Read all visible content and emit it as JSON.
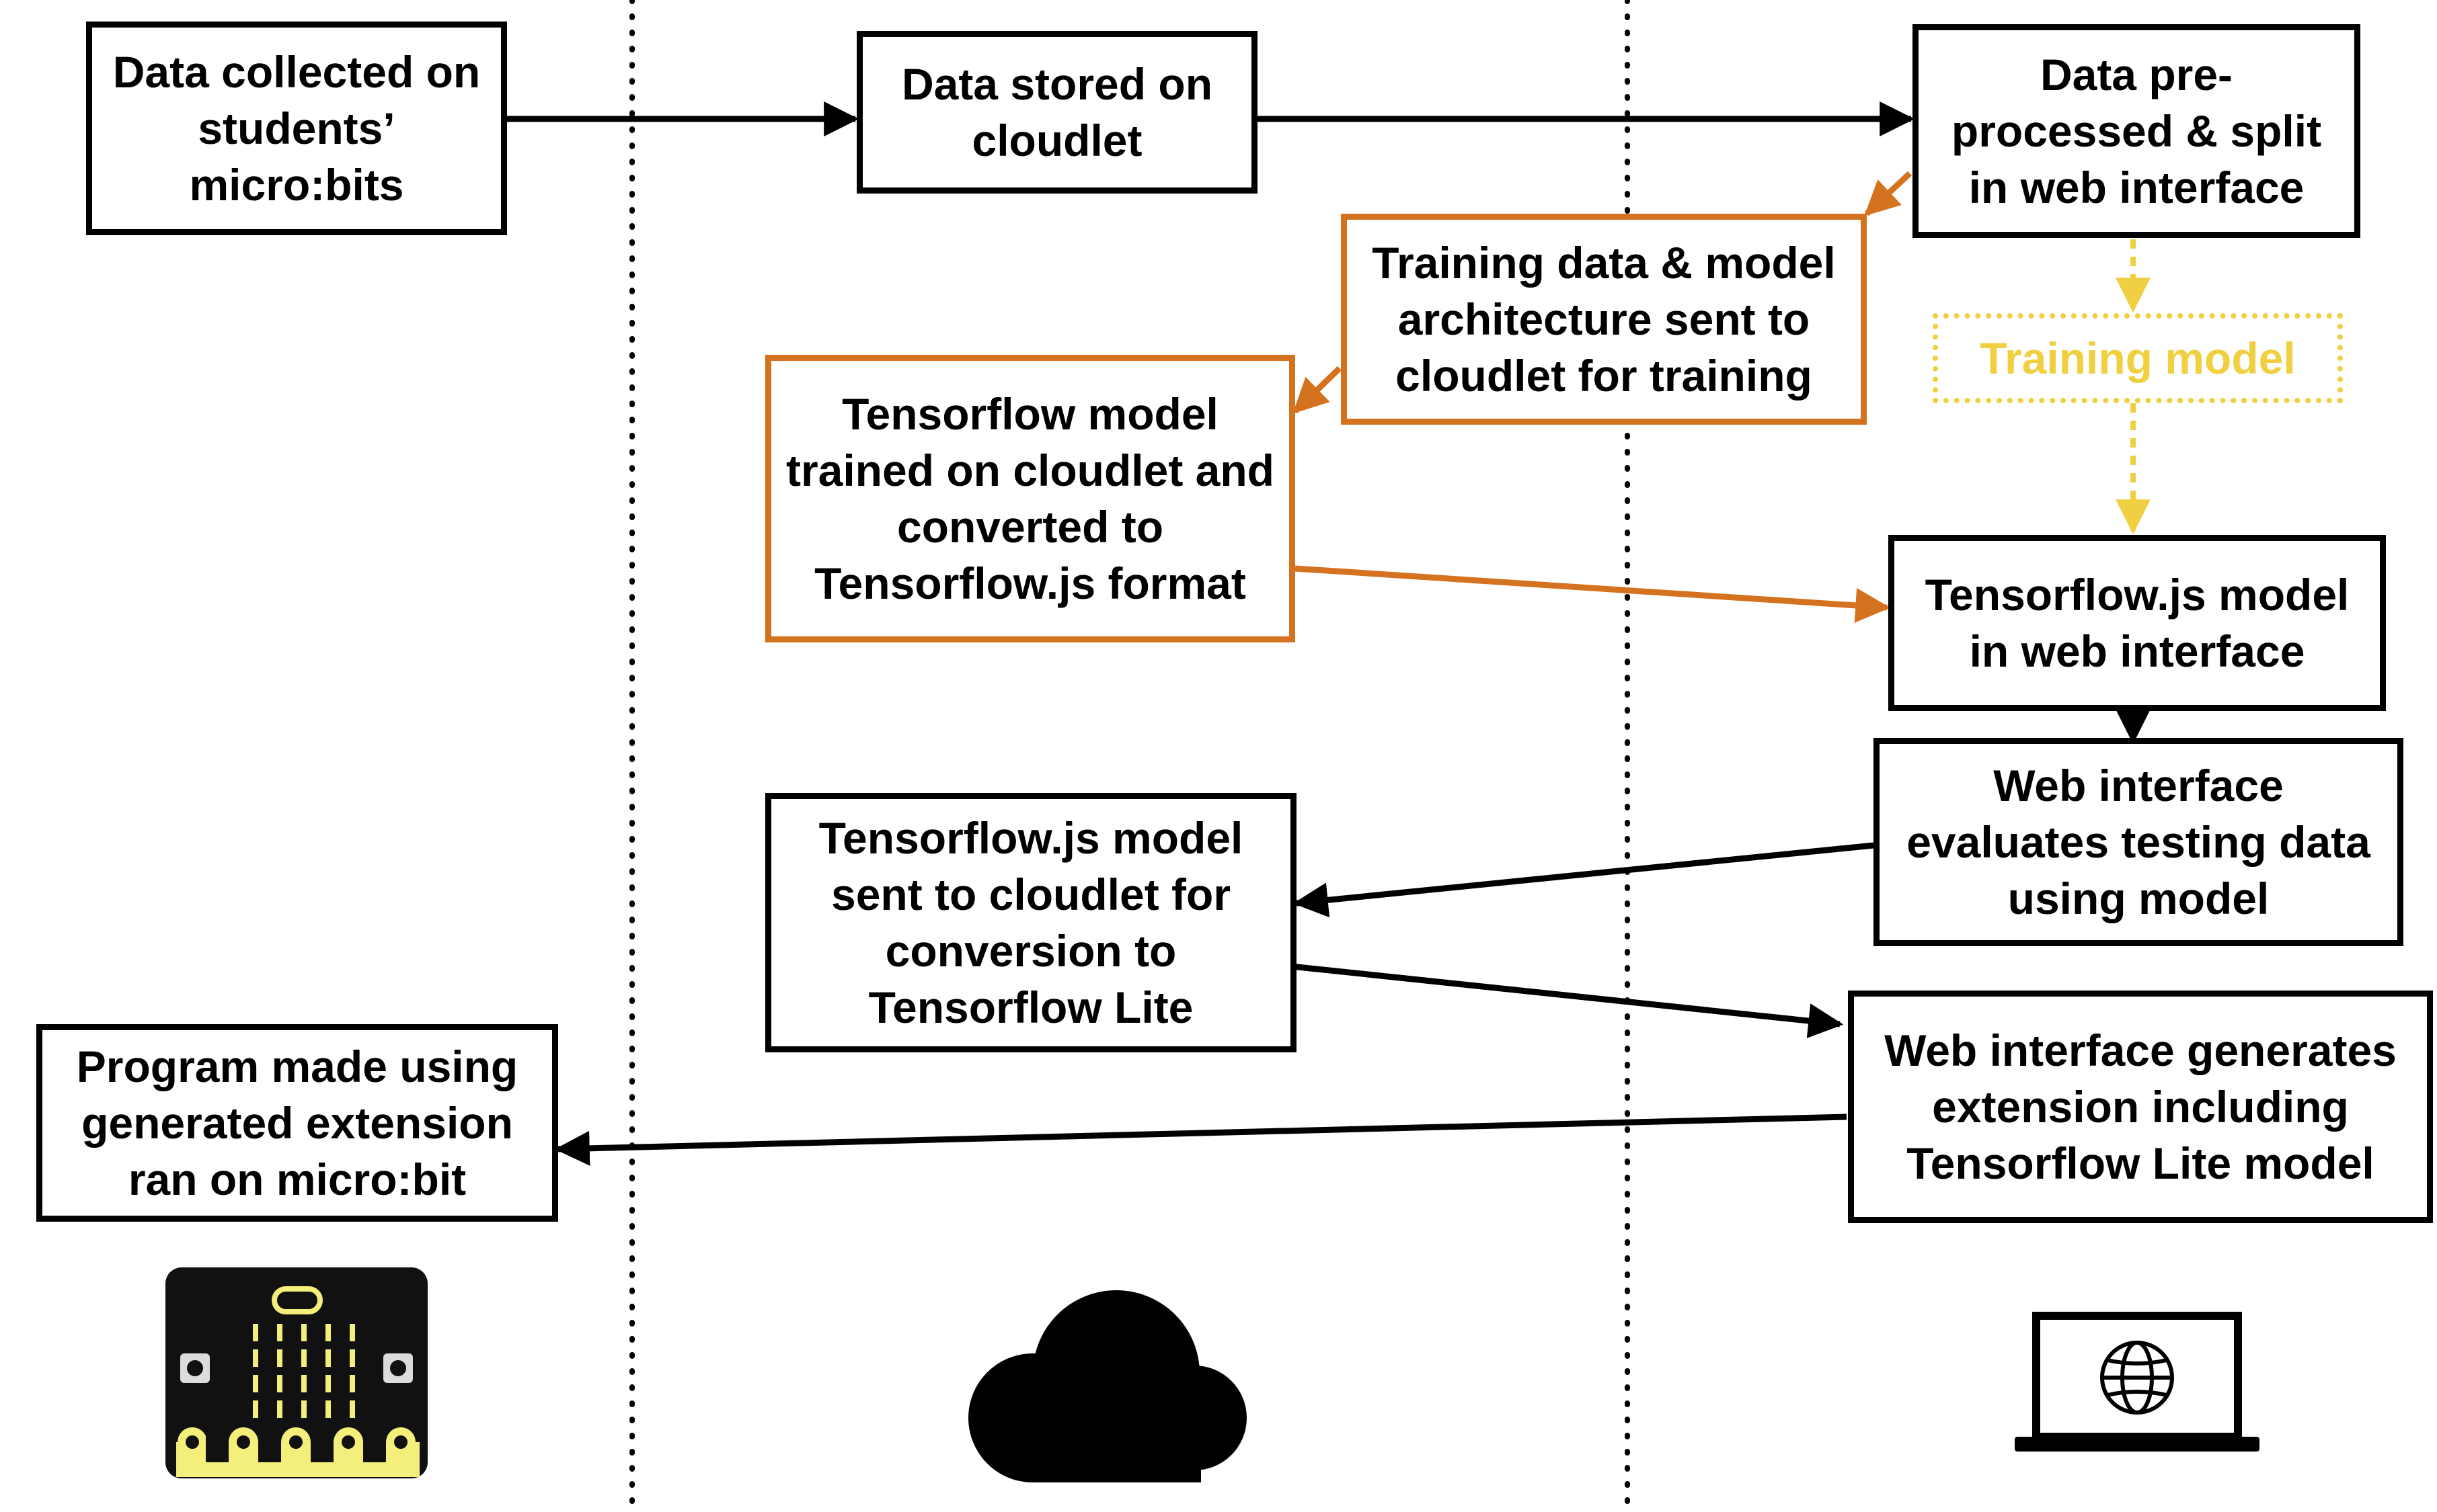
{
  "colors": {
    "black": "#000000",
    "orange": "#d4721f",
    "yellow": "#f0d040",
    "microbit_pin": "#f4ef7a",
    "microbit_led": "#f4ef7a"
  },
  "boxes": {
    "collected": "Data collected on\nstudents’\nmicro:bits",
    "stored": "Data stored on\ncloudlet",
    "preprocessed": "Data pre-\nprocessed & split\nin web interface",
    "training_sent": "Training data & model\narchitecture sent to\ncloudlet for training",
    "training_model": "Training model",
    "tf_trained": "Tensorflow model\ntrained on cloudlet and\nconverted to\nTensorflow.js format",
    "tfjs_web": "Tensorflow.js model\nin web interface",
    "evaluates": "Web interface\nevaluates testing data\nusing model",
    "tfjs_sent": "Tensorflow.js model\nsent to cloudlet for\nconversion to\nTensorflow Lite",
    "generates": "Web interface generates\nextension including\nTensorflow Lite model",
    "program": "Program made using\ngenerated extension\nran on micro:bit"
  },
  "icons": {
    "left": "microbit-icon",
    "middle": "cloud-icon",
    "right": "laptop-globe-icon"
  }
}
